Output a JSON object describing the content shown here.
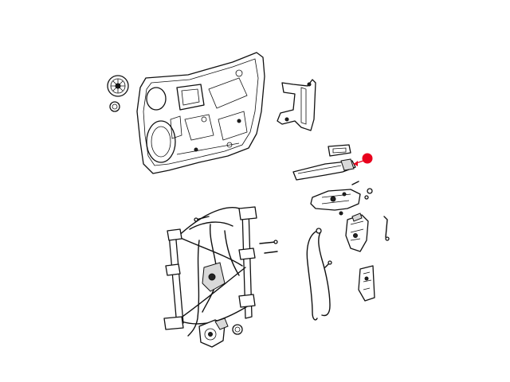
{
  "colors": {
    "line": "#111111",
    "background": "#ffffff",
    "highlight_marker": "#e8001c",
    "shade": "#d9d9d9"
  },
  "parts": [
    {
      "name": "door-trim-panel-carrier"
    },
    {
      "name": "speaker-grommet"
    },
    {
      "name": "clip"
    },
    {
      "name": "vertical-bracket"
    },
    {
      "name": "handle-escutcheon"
    },
    {
      "name": "outside-handle-assembly"
    },
    {
      "name": "handle-reinforcement"
    },
    {
      "name": "latch-assembly"
    },
    {
      "name": "latch-rod"
    },
    {
      "name": "lock-cable"
    },
    {
      "name": "latch-shield"
    },
    {
      "name": "window-regulator"
    },
    {
      "name": "regulator-motor"
    },
    {
      "name": "small-washer"
    }
  ]
}
